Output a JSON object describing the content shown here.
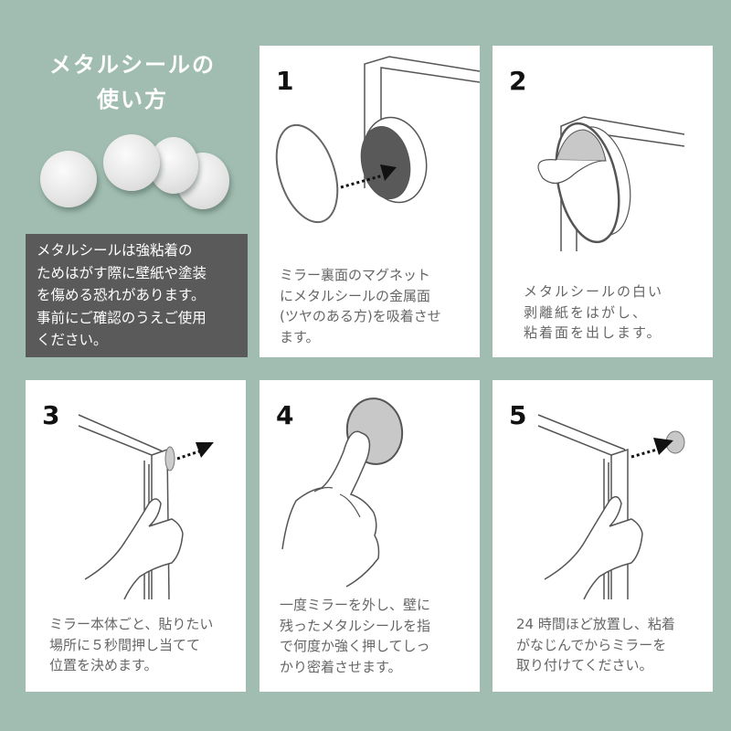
{
  "header": {
    "title_line1": "メタルシールの",
    "title_line2": "使い方"
  },
  "illustration": {
    "seal_count": 4,
    "description": "metal-seals"
  },
  "warning_note": {
    "lines": [
      "メタルシールは強粘着の",
      "ためはがす際に壁紙や塗装",
      "を傷める恐れがあります。",
      "事前にご確認のうえご使用",
      "ください。"
    ]
  },
  "steps": [
    {
      "number": "1",
      "illustration": "attach-seal-to-magnet",
      "lines": [
        "ミラー裏面のマグネット",
        "にメタルシールの金属面",
        "(ツヤのある方)を吸着させ",
        "ます。"
      ]
    },
    {
      "number": "2",
      "illustration": "peel-release-paper",
      "lines": [
        "メタルシールの白い",
        "剥離紙をはがし、",
        "粘着面を出します。"
      ]
    },
    {
      "number": "3",
      "illustration": "press-mirror-to-wall",
      "lines": [
        "ミラー本体ごと、貼りたい",
        "場所に５秒間押し当てて",
        "位置を決めます。"
      ]
    },
    {
      "number": "4",
      "illustration": "press-seal-with-finger",
      "lines": [
        "一度ミラーを外し、壁に",
        "残ったメタルシールを指",
        "で何度か強く押してしっ",
        "かり密着させます。"
      ]
    },
    {
      "number": "5",
      "illustration": "reattach-mirror",
      "lines": [
        "24 時間ほど放置し、粘着",
        "がなじんでからミラーを",
        "取り付けてください。"
      ]
    }
  ],
  "colors": {
    "background": "#a1bdb1",
    "panel": "#ffffff",
    "note_bg": "#5a5a5a",
    "caption_text": "#666666",
    "line_art": "#555555",
    "seal_fill": "#c8c8c8"
  }
}
